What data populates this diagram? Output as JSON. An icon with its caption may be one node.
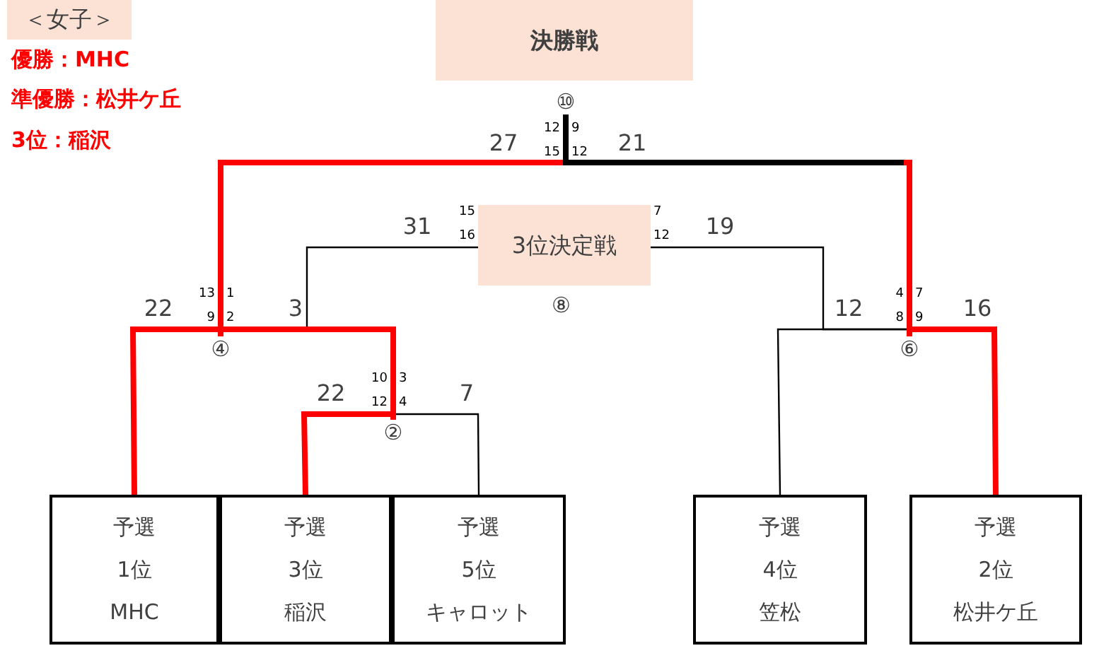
{
  "diagram": {
    "nodes": [
      {
        "text": [
          "＜女子＞"
        ]
      },
      {
        "text": [
          "決勝戦"
        ]
      },
      {
        "text": [
          "⑩"
        ]
      },
      {
        "text": [
          "3位決定戦"
        ],
        "beside": [
          "⑧"
        ]
      },
      {
        "text": [
          "④"
        ]
      },
      {
        "text": [
          "⑥"
        ]
      },
      {
        "text": [
          "②"
        ]
      },
      {
        "text": [
          "予選",
          "1位",
          "MHC"
        ]
      },
      {
        "text": [
          "予選",
          "3位",
          "稲沢"
        ]
      },
      {
        "text": [
          "予選",
          "5位",
          "キャロット"
        ]
      },
      {
        "text": [
          "予選",
          "4位",
          "笠松"
        ]
      },
      {
        "text": [
          "予選",
          "2位",
          "松井ケ丘"
        ]
      }
    ],
    "edges": [
      {
        "from": 4,
        "to": 2,
        "arrow": "none",
        "label": "27"
      },
      {
        "from": 5,
        "to": 2,
        "arrow": "none",
        "label": "21"
      },
      {
        "from": 4,
        "to": 3,
        "arrow": "none",
        "label": "31",
        "color": "#000000"
      },
      {
        "from": 5,
        "to": 3,
        "arrow": "none",
        "label": "19",
        "color": "#000000"
      },
      {
        "from": 7,
        "to": 4,
        "arrow": "none",
        "label": "22"
      },
      {
        "from": 6,
        "to": 4,
        "arrow": "none",
        "label": "3"
      },
      {
        "from": 8,
        "to": 6,
        "arrow": "none",
        "label": "22"
      },
      {
        "from": 9,
        "to": 6,
        "arrow": "none",
        "label": "7",
        "color": "#000000"
      },
      {
        "from": 10,
        "to": 5,
        "arrow": "none",
        "label": "12",
        "color": "#000000"
      },
      {
        "from": 11,
        "to": 5,
        "arrow": "none",
        "label": "16"
      }
    ],
    "labels": [
      "優勝：MHC",
      "準優勝：松井ケ丘",
      "3位：稲沢",
      "12",
      "9",
      "15",
      "12",
      "15",
      "16",
      "7",
      "12",
      "13",
      "1",
      "9",
      "2",
      "4",
      "7",
      "8",
      "9",
      "10",
      "3",
      "12",
      "4"
    ]
  }
}
